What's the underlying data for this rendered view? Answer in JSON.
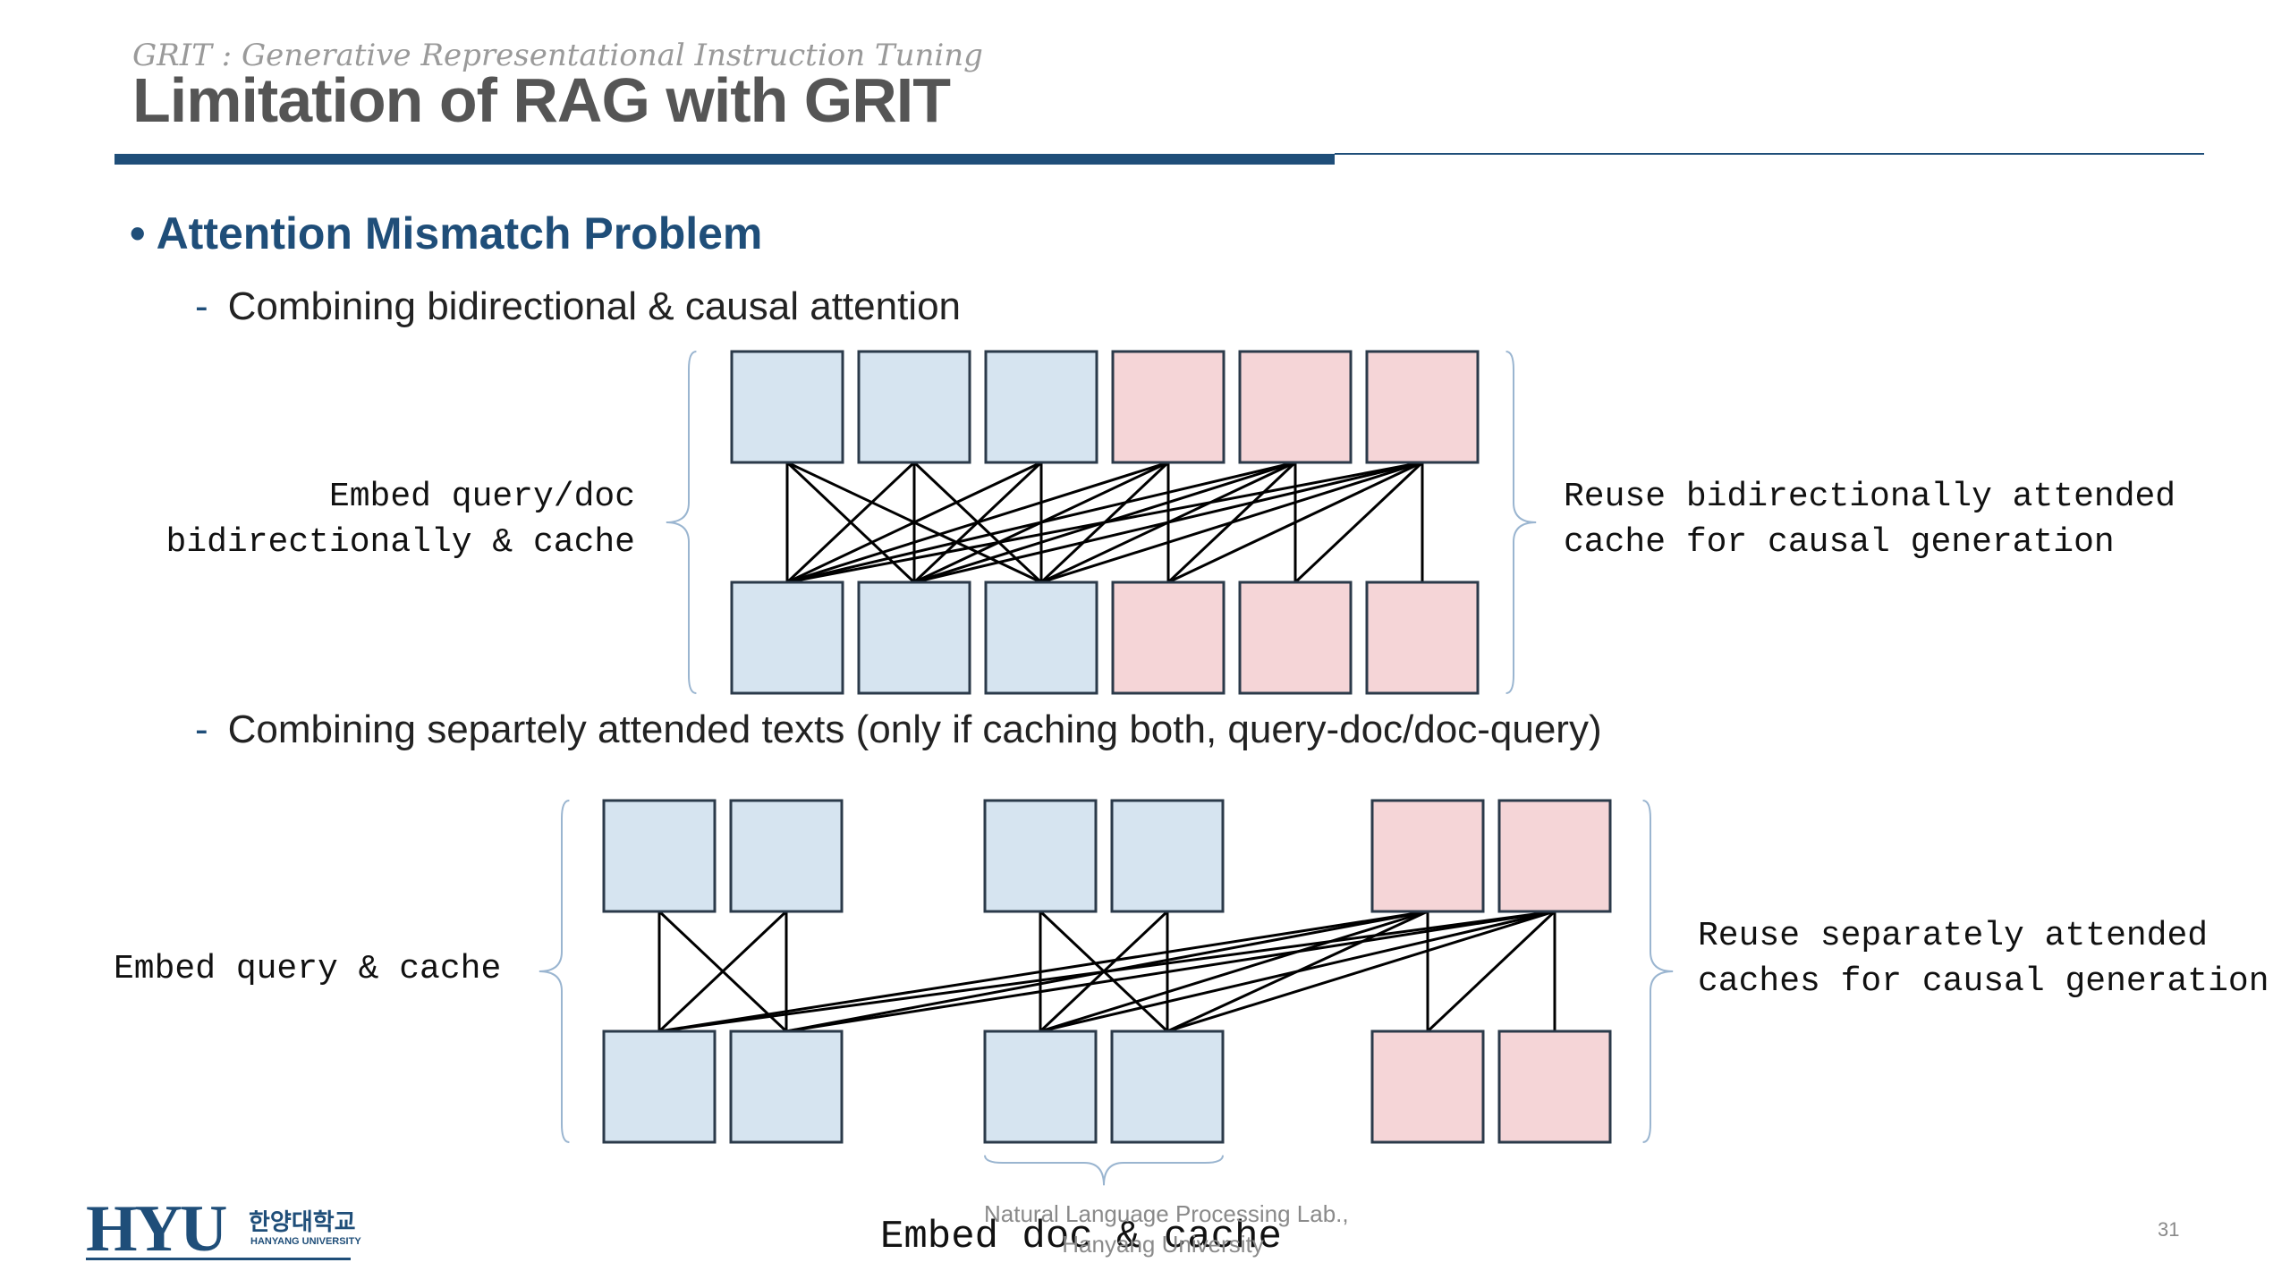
{
  "header": {
    "subtitle": "GRIT : Generative Representational Instruction Tuning",
    "title": "Limitation of RAG with GRIT"
  },
  "content": {
    "bullet": "Attention Mismatch Problem",
    "sub1": "Combining bidirectional & causal attention",
    "sub2": "Combining separtely attended texts (only if caching both, query-doc/doc-query)",
    "dash": "-",
    "bullet_marker": "•"
  },
  "diagram1": {
    "left_text": "Embed query/doc\nbidirectionally & cache",
    "right_text": "Reuse bidirectionally attended\ncache for causal generation"
  },
  "diagram2": {
    "left_text": "Embed query & cache",
    "right_text": "Reuse separately attended\ncaches for causal generation",
    "bottom_text": "Embed doc & cache"
  },
  "footer": {
    "lab_name": "Natural Language Processing Lab.,\nHanyang University",
    "page_number": "31",
    "logo_text": "HYU",
    "logo_korean": "한양대학교",
    "logo_english": "HANYANG UNIVERSITY"
  },
  "colors": {
    "blue_box": "#d6e4f0",
    "pink_box": "#f5d5d7",
    "box_border": "#2b3a4a",
    "accent": "#1f4e79",
    "brace": "#9ab5d0"
  }
}
